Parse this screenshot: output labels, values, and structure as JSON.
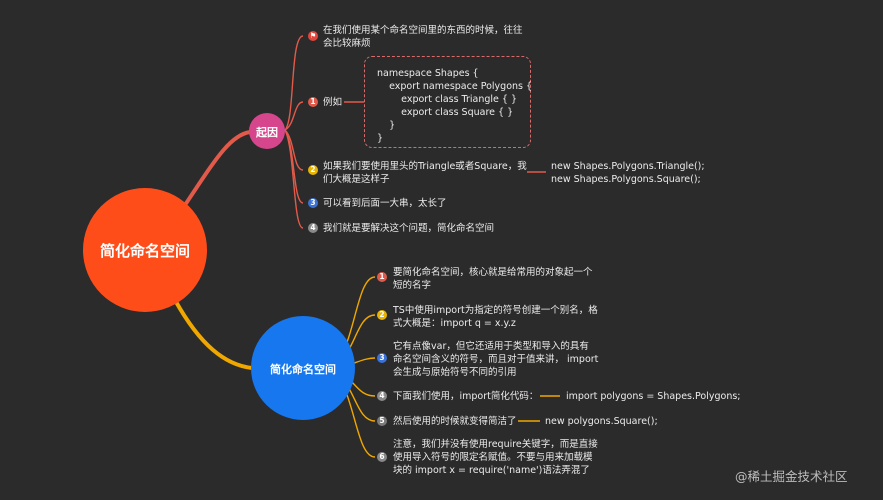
{
  "root": {
    "label": "简化命名空间",
    "color": "#ff4d1a"
  },
  "branch1": {
    "label": "起因",
    "color": "#d6468c",
    "items": [
      {
        "badge": "⚑",
        "text": "在我们使用某个命名空间里的东西的时候，往往\n会比较麻烦"
      },
      {
        "badge": "1",
        "text": "例如"
      },
      {
        "badge": "2",
        "text": "如果我们要使用里头的Triangle或者Square，我\n们大概是这样子"
      },
      {
        "badge": "3",
        "text": "可以看到后面一大串，太长了"
      },
      {
        "badge": "4",
        "text": "我们就是要解决这个问题，简化命名空间"
      }
    ],
    "code_lines": [
      "namespace Shapes {",
      "    export namespace Polygons {",
      "        export class Triangle { }",
      "        export class Square { }",
      "    }",
      "}"
    ],
    "code_example": "new Shapes.Polygons.Triangle();\nnew Shapes.Polygons.Square();"
  },
  "branch2": {
    "label": "简化命名空间",
    "color": "#1677ee",
    "items": [
      {
        "badge": "1",
        "text": "要简化命名空间，核心就是给常用的对象起一个\n短的名字"
      },
      {
        "badge": "2",
        "text": "TS中使用import为指定的符号创建一个别名，格\n式大概是：import q = x.y.z"
      },
      {
        "badge": "3",
        "text": "它有点像var，但它还适用于类型和导入的具有\n命名空间含义的符号，而且对于值来讲， import\n会生成与原始符号不同的引用"
      },
      {
        "badge": "4",
        "text": "下面我们使用，import简化代码："
      },
      {
        "badge": "5",
        "text": "然后使用的时候就变得简洁了"
      },
      {
        "badge": "6",
        "text": "注意，我们并没有使用require关键字，而是直接\n使用导入符号的限定名赋值。不要与用来加载模\n块的 import x = require('name')语法弄混了"
      }
    ],
    "code_import": "import polygons = Shapes.Polygons;",
    "code_use": "new polygons.Square();"
  },
  "badge_colors": [
    "#e0463c",
    "#e05a4a",
    "#e8b400",
    "#3a72d8",
    "#8a8a8a",
    "#7a7a7a",
    "#888888"
  ],
  "line_colors": {
    "branch1": "#e25a4a",
    "branch2": "#f0a800"
  },
  "watermark": "@稀土掘金技术社区"
}
